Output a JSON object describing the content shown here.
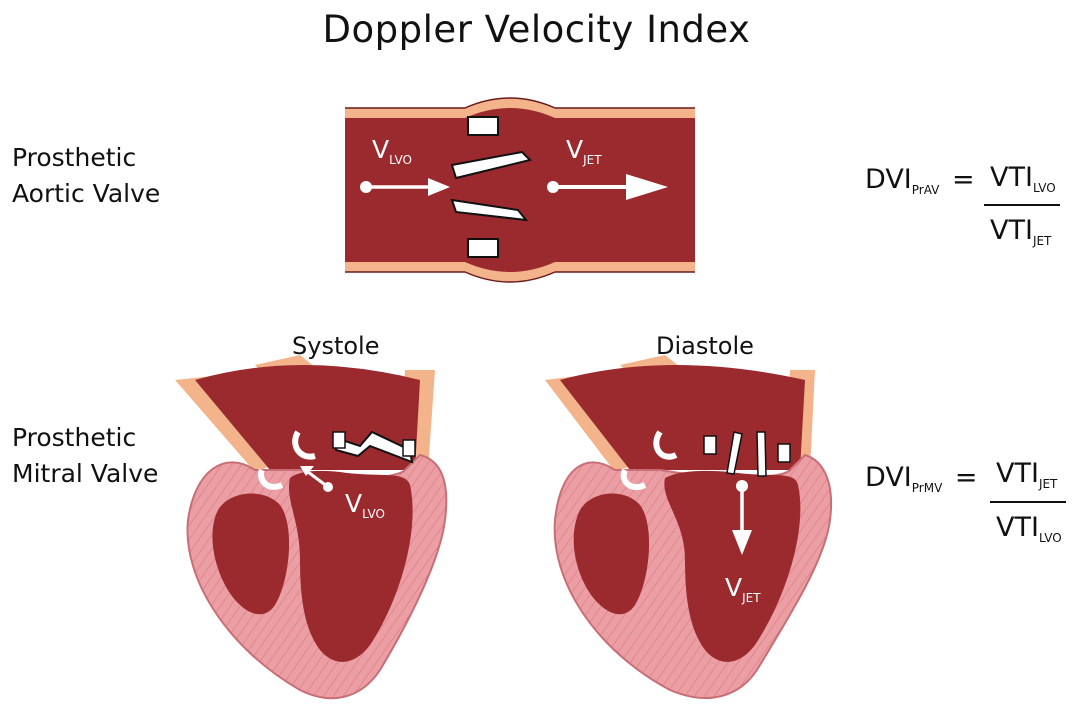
{
  "title": "Doppler Velocity Index",
  "aortic": {
    "label_line1": "Prosthetic",
    "label_line2": "Aortic Valve",
    "v_lvo": {
      "main": "V",
      "sub": "LVO"
    },
    "v_jet": {
      "main": "V",
      "sub": "JET"
    },
    "formula": {
      "lhs": "DVI",
      "lhs_sub": "PrAV",
      "equals": "=",
      "num": "VTI",
      "num_sub": "LVO",
      "den": "VTI",
      "den_sub": "JET"
    }
  },
  "mitral": {
    "label_line1": "Prosthetic",
    "label_line2": "Mitral Valve",
    "systole_label": "Systole",
    "diastole_label": "Diastole",
    "v_lvo": {
      "main": "V",
      "sub": "LVO"
    },
    "v_jet": {
      "main": "V",
      "sub": "JET"
    },
    "formula": {
      "lhs": "DVI",
      "lhs_sub": "PrMV",
      "equals": "=",
      "num": "VTI",
      "num_sub": "JET",
      "den": "VTI",
      "den_sub": "LVO"
    }
  },
  "colors": {
    "blood": "#9b2a2e",
    "blood_dark": "#7d1d22",
    "wall_outer": "#e99ba0",
    "wall_inner": "#f6c9c8",
    "vessel_edge": "#f3b48c",
    "valve": "#ffffff",
    "text": "#111111"
  }
}
